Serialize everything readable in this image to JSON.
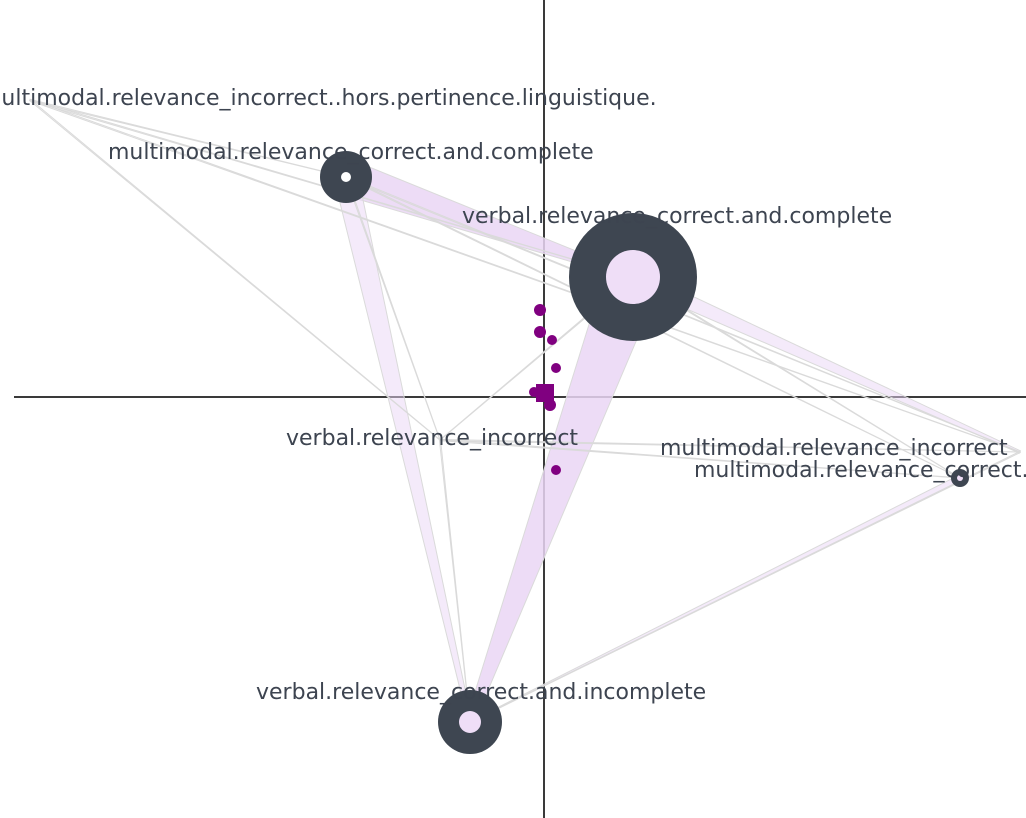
{
  "diagram": {
    "type": "network",
    "colors": {
      "background": "#ffffff",
      "axis": "#3a3a3a",
      "node_outer": "#3e4651",
      "node_inner": "#efdef7",
      "edge_fill": "#ead6f5",
      "edge_line": "#dadada",
      "point": "#800080",
      "label": "#3d4450"
    },
    "nodes": [
      {
        "id": "n0",
        "label": "multimodal.relevance_incorrect..hors.pertinence.linguistique.",
        "weight": 0
      },
      {
        "id": "n1",
        "label": "multimodal.relevance_correct.and.complete",
        "weight": 2
      },
      {
        "id": "n2",
        "label": "verbal.relevance_correct.and.complete",
        "weight": 8
      },
      {
        "id": "n3",
        "label": "verbal.relevance_incorrect",
        "weight": 0
      },
      {
        "id": "n4",
        "label": "multimodal.relevance_incorrect",
        "weight": 0
      },
      {
        "id": "n5",
        "label": "multimodal.relevance_correct.and.incomplete",
        "weight": 1
      },
      {
        "id": "n6",
        "label": "verbal.relevance_correct.and.incomplete",
        "weight": 4
      }
    ],
    "edges": [
      {
        "from": "n1",
        "to": "n2",
        "weight": 6
      },
      {
        "from": "n2",
        "to": "n6",
        "weight": 7
      },
      {
        "from": "n1",
        "to": "n6",
        "weight": 4
      },
      {
        "from": "n2",
        "to": "n4",
        "weight": 3
      },
      {
        "from": "n5",
        "to": "n6",
        "weight": 2
      },
      {
        "from": "n0",
        "to": "n1",
        "weight": 1
      },
      {
        "from": "n0",
        "to": "n2",
        "weight": 1
      },
      {
        "from": "n0",
        "to": "n3",
        "weight": 1
      },
      {
        "from": "n0",
        "to": "n4",
        "weight": 1
      },
      {
        "from": "n1",
        "to": "n3",
        "weight": 1
      },
      {
        "from": "n1",
        "to": "n4",
        "weight": 1
      },
      {
        "from": "n1",
        "to": "n5",
        "weight": 1
      },
      {
        "from": "n2",
        "to": "n3",
        "weight": 1
      },
      {
        "from": "n2",
        "to": "n5",
        "weight": 1
      },
      {
        "from": "n3",
        "to": "n4",
        "weight": 1
      },
      {
        "from": "n3",
        "to": "n5",
        "weight": 1
      },
      {
        "from": "n3",
        "to": "n6",
        "weight": 1
      },
      {
        "from": "n4",
        "to": "n6",
        "weight": 1
      }
    ]
  }
}
